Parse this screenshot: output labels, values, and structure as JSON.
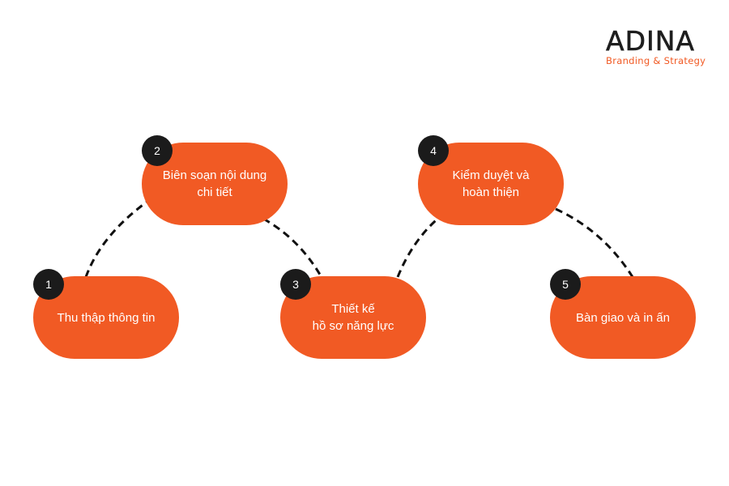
{
  "brand": {
    "name": "ADINA",
    "tagline": "Branding & Strategy",
    "accent_color": "#f15a24",
    "dark_color": "#1b1b1b"
  },
  "steps": [
    {
      "number": "1",
      "label": "Thu thập thông tin"
    },
    {
      "number": "2",
      "label": "Biên soạn nội dung\nchi tiết"
    },
    {
      "number": "3",
      "label": "Thiết kế\nhồ sơ năng lực"
    },
    {
      "number": "4",
      "label": "Kiểm duyệt và\nhoàn thiện"
    },
    {
      "number": "5",
      "label": "Bàn giao và in ấn"
    }
  ]
}
